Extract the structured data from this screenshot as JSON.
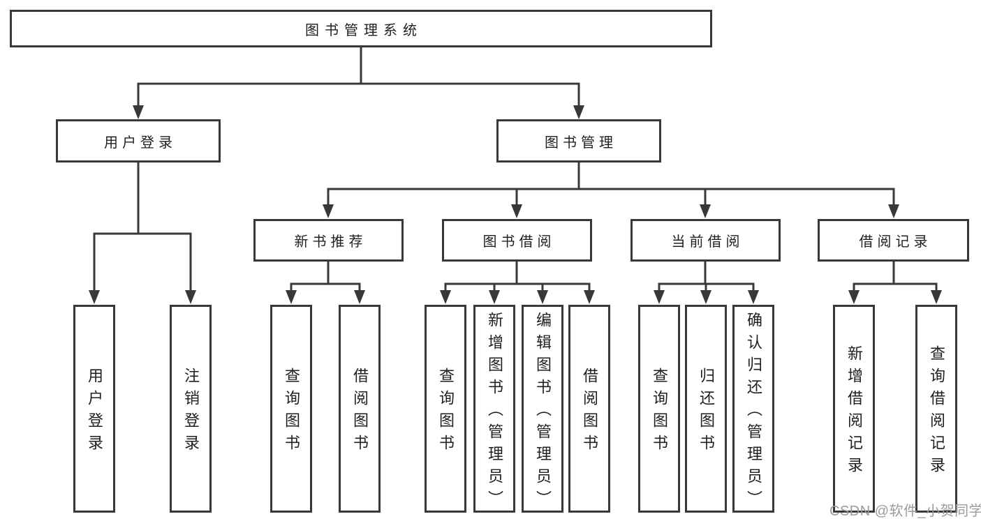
{
  "colors": {
    "line": "#383838",
    "text": "#1f1f1f",
    "watermark_gray": "#9b9b9b",
    "background": "#ffffff"
  },
  "watermark": {
    "text": "CSDN @软件_小贺同学"
  },
  "nodes": {
    "root": "图书管理系统",
    "user_login": "用户登录",
    "book_mgmt": "图书管理",
    "new_book_rec": "新书推荐",
    "book_borrow": "图书借阅",
    "current_borrow": "当前借阅",
    "borrow_records": "借阅记录",
    "leaves": {
      "user_login": [
        "用户登录",
        "注销登录"
      ],
      "new_book_rec": [
        "查询图书",
        "借阅图书"
      ],
      "book_borrow": [
        "查询图书",
        "新增图书（管理员）",
        "编辑图书（管理员）",
        "借阅图书"
      ],
      "current_borrow": [
        "查询图书",
        "归还图书",
        "确认归还（管理员）"
      ],
      "borrow_records": [
        "新增借阅记录",
        "查询借阅记录"
      ]
    }
  }
}
